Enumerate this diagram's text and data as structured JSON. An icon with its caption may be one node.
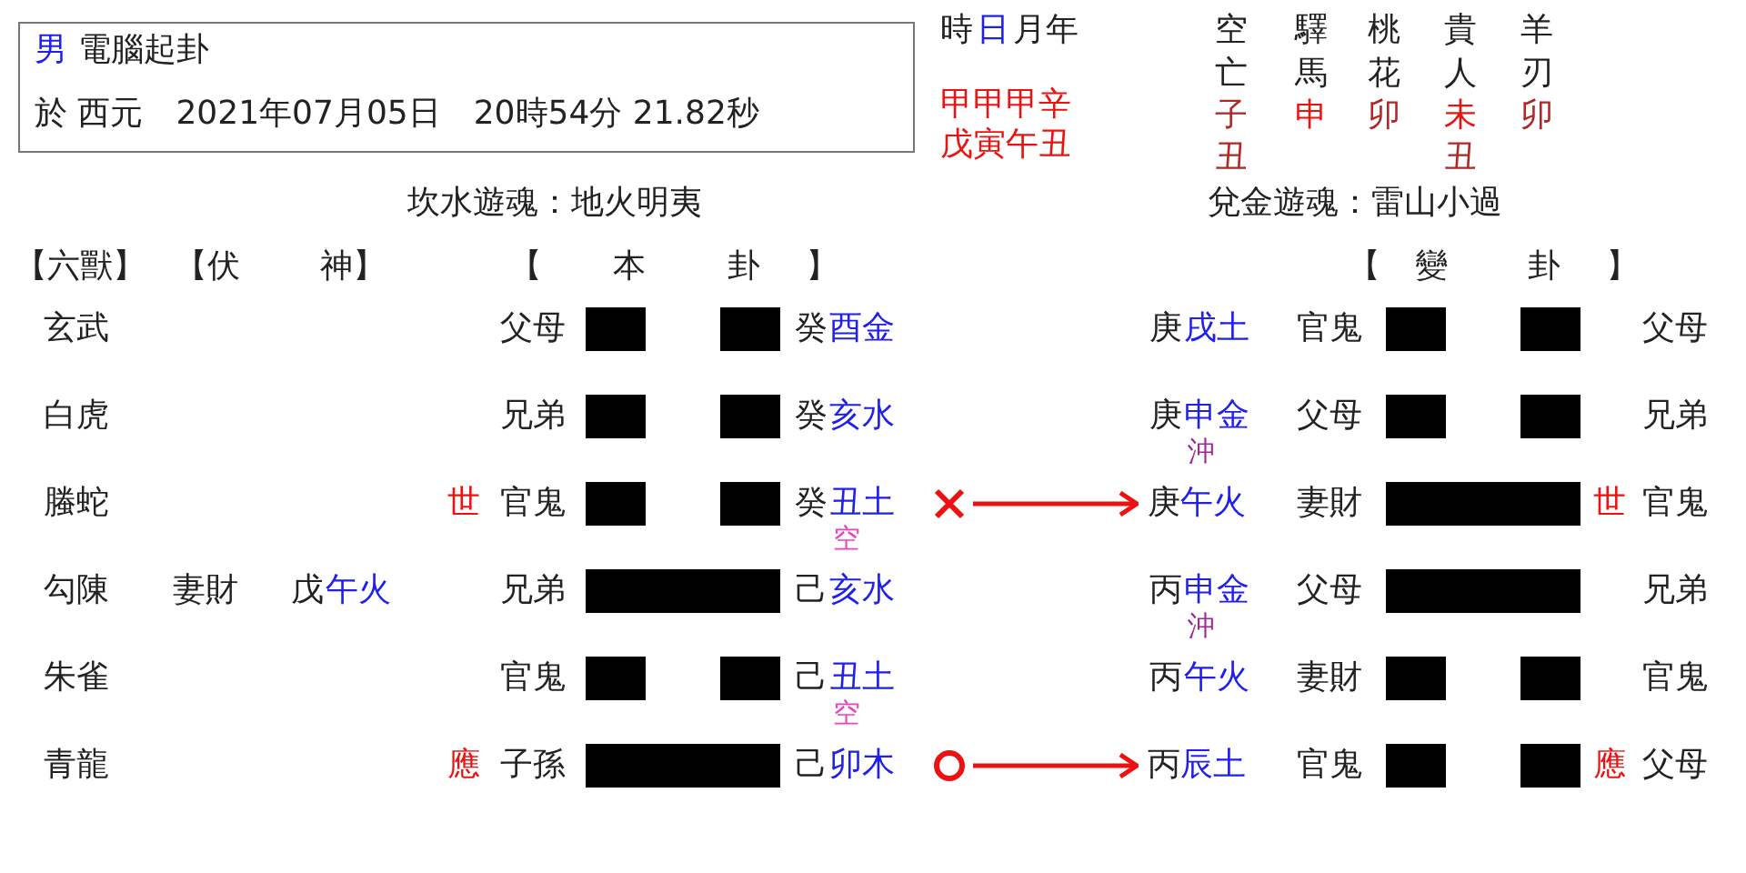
{
  "diagram": {
    "nodes": [
      {
        "text": [
          "男",
          "電腦起卦",
          "於 西元",
          "2021年07月05日",
          "20時54分 21.82秒"
        ]
      },
      {
        "text": [],
        "shape": "cross"
      },
      {
        "text": [
          "庚",
          "午火"
        ]
      },
      {
        "text": [],
        "shape": "circle"
      },
      {
        "text": [
          "丙",
          "辰土"
        ]
      }
    ],
    "edges": [
      {
        "from": 1,
        "to": 2,
        "arrow": "to"
      },
      {
        "from": 3,
        "to": 4,
        "arrow": "to"
      }
    ],
    "labels": [
      "時",
      "日",
      "月年",
      "空",
      "驛",
      "桃",
      "貴",
      "羊",
      "亡",
      "馬",
      "花",
      "人",
      "刃",
      "甲甲甲辛",
      "子",
      "申",
      "卯",
      "未",
      "卯",
      "戊寅午丑",
      "丑",
      "丑",
      "坎水遊魂：地火明夷",
      "兌金遊魂：雷山小過",
      "【六獸】",
      "【伏",
      "神】",
      "【",
      "本",
      "卦",
      "】",
      "【",
      "變",
      "卦",
      "】",
      "玄武",
      "父母",
      "癸",
      "酉金",
      "庚",
      "戌土",
      "官鬼",
      "父母",
      "白虎",
      "兄弟",
      "癸",
      "亥水",
      "庚",
      "申金",
      "父母",
      "兄弟",
      "沖",
      "螣蛇",
      "世",
      "官鬼",
      "癸",
      "丑土",
      "妻財",
      "世",
      "官鬼",
      "空",
      "勾陳",
      "妻財",
      "戊",
      "午火",
      "兄弟",
      "己",
      "亥水",
      "丙",
      "申金",
      "父母",
      "兄弟",
      "沖",
      "朱雀",
      "官鬼",
      "己",
      "丑土",
      "丙",
      "午火",
      "妻財",
      "官鬼",
      "空",
      "青龍",
      "應",
      "子孫",
      "己",
      "卯木",
      "官鬼",
      "應",
      "父母"
    ]
  }
}
